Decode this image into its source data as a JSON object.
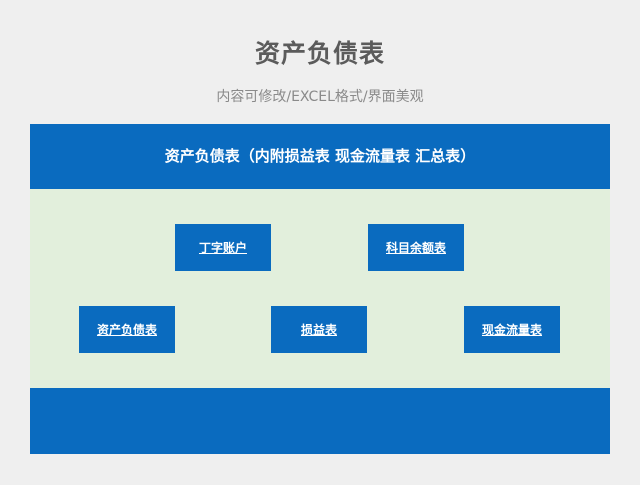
{
  "page": {
    "title": "资产负债表",
    "subtitle": "内容可修改/EXCEL格式/界面美观"
  },
  "card": {
    "header": "资产负债表（内附损益表  现金流量表  汇总表）",
    "links": {
      "t_account": "丁字账户",
      "subject_balance": "科目余额表",
      "balance_sheet": "资产负债表",
      "income_statement": "损益表",
      "cash_flow": "现金流量表"
    }
  },
  "colors": {
    "primary_blue": "#0a6bbf",
    "body_green": "#e2efdc",
    "page_bg": "#efefef"
  }
}
